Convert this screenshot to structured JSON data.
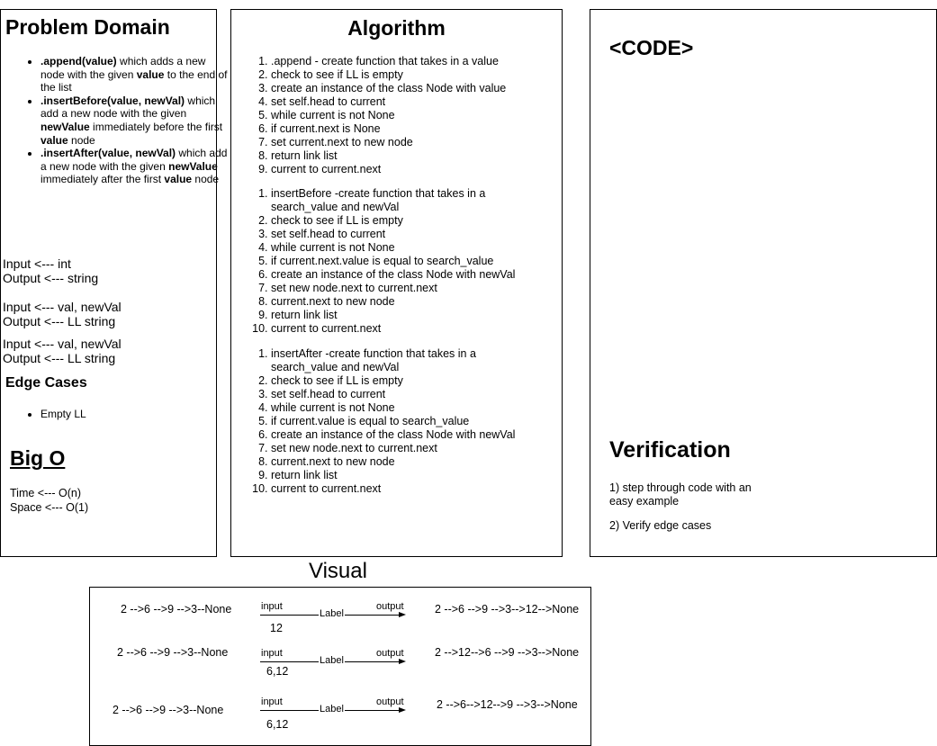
{
  "problem_domain": {
    "title": "Problem Domain",
    "methods": [
      {
        "name": ".append(value)",
        "text_a": " which adds a new node with the given ",
        "bold_b": "value",
        "text_c": " to the end of the list",
        "bold_d": "",
        "text_e": ""
      },
      {
        "name": ".insertBefore(value, newVal)",
        "text_a": " which add a new node with the given ",
        "bold_b": "newValue",
        "text_c": " immediately before the first ",
        "bold_d": "value",
        "text_e": " node"
      },
      {
        "name": ".insertAfter(value, newVal)",
        "text_a": " which add a new node with the given ",
        "bold_b": "newValue",
        "text_c": " immediately after the first ",
        "bold_d": "value",
        "text_e": " node"
      }
    ],
    "io": [
      {
        "input": "Input <--- int",
        "output": "Output <--- string"
      },
      {
        "input": "Input <--- val, newVal",
        "output": "Output <--- LL string"
      },
      {
        "input": "Input <--- val, newVal",
        "output": "Output <--- LL string"
      }
    ],
    "edge_cases_title": "Edge Cases",
    "edge_cases": [
      "Empty LL"
    ],
    "big_o_title": "Big O",
    "time": "Time <--- O(n)",
    "space": "Space <--- O(1)"
  },
  "algorithm": {
    "title": "Algorithm",
    "append_steps": [
      ".append - create function that takes in a value",
      "check to see if LL is empty",
      "create an instance of the class Node with value",
      "set self.head to current",
      "while current is not None",
      "if current.next is None",
      "set current.next to new node",
      "return link list",
      "current to current.next"
    ],
    "insert_before_steps": [
      "insertBefore -create function that takes in a search_value and newVal",
      "check to see if LL is empty",
      "set self.head to current",
      "while current is not None",
      "if current.next.value is equal to search_value",
      "create an instance of the class Node with newVal",
      "set new node.next to current.next",
      "current.next to new node",
      "return link list",
      "current to current.next"
    ],
    "insert_after_steps": [
      "insertAfter -create function that takes in a search_value and newVal",
      "check to see if LL is empty",
      "set self.head to current",
      "while current is not None",
      "if current.value is equal to search_value",
      "create an instance of the class Node with newVal",
      "set new node.next to current.next",
      "current.next to new node",
      "return link list",
      "current to current.next"
    ]
  },
  "code": {
    "title": "<CODE>",
    "verification_title": "Verification",
    "verification_steps": [
      "1) step through code with an easy example",
      "2) Verify edge cases"
    ]
  },
  "visual": {
    "title": "Visual",
    "rows": [
      {
        "before": "2 -->6 -->9 -->3--None",
        "input_label": "input",
        "input_value": "12",
        "edge_label": "Label",
        "output_label": "output",
        "after": "2 -->6 -->9 -->3-->12-->None"
      },
      {
        "before": "2 -->6 -->9 -->3--None",
        "input_label": "input",
        "input_value": "6,12",
        "edge_label": "Label",
        "output_label": "output",
        "after": "2 -->12-->6 -->9 -->3-->None"
      },
      {
        "before": "2 -->6 -->9 -->3--None",
        "input_label": "input",
        "input_value": "6,12",
        "edge_label": "Label",
        "output_label": "output",
        "after": "2 -->6-->12-->9 -->3-->None"
      }
    ]
  }
}
